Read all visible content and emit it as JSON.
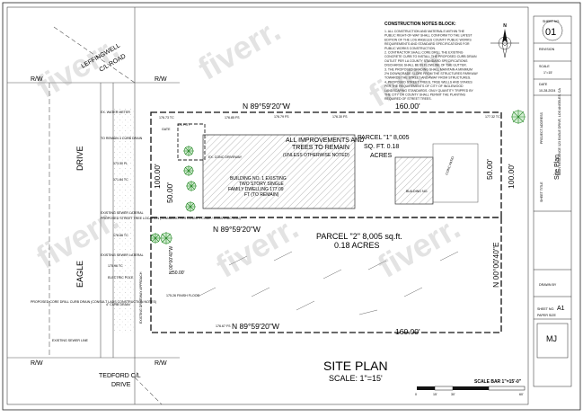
{
  "notes": {
    "title": "CONSTRUCTION NOTES BLOCK:",
    "items": [
      "1. ALL CONSTRUCTION AND MATERIALS WITHIN THE",
      "PUBLIC RIGHT-OF-WAY SHALL CONFORM TO THE LATEST",
      "EDITION OF THE LOS ANGELES COUNTY PUBLIC WORKS",
      "REQUIREMENTS AND STANDARD SPECIFICATIONS FOR",
      "PUBLIC WORKS CONSTRUCTION.",
      "2. CONTRACTOR SHALL CORE DRILL THE EXISTING",
      "CONCRETE CURB TO INSTALL THE PROPOSED CURB DRAIN",
      "OUTLET PER LA COUNTY STANDARD SPECIFICATIONS",
      "DISCHARGE SHALL BE IN FLOWLINE OF THE GUTTER.",
      "3. THE PROPOSED GRADING SHALL MAINTAIN A MINIMUM",
      "2% DOWNGRADE SLOPE FROM THE STRUCTURES PARKWAY",
      "TOWARDS THE STREET AND AWAY FROM STRUCTURES.",
      "4. PROPOSED STREET TREES, TREE WELLS AND STAKES",
      "PER THE REQUIREMENTS OF CITY OF INGLEWOOD",
      "LANDSCAPING STANDARDS. ONLY QUANTITY TRIPPED BY",
      "THE CITY OR COUNTY SHALL PERMIT THE PLANTING",
      "REQUIRED OF STREET TREES."
    ]
  },
  "streets": {
    "top_left": "LEFFINGWELL",
    "top_left_2": "C/L ROAD",
    "left_1": "DRIVE",
    "left_2": "EAGLE",
    "bottom_1": "TEDFORD C/L",
    "bottom_2": "DRIVE",
    "rw": "R/W"
  },
  "parcel1": {
    "name": "PARCEL \"1\" 8,005",
    "area": "SQ. FT. 0.18",
    "unit": "ACRES",
    "improvements": "ALL IMPROVEMENTS AND",
    "improvements_2": "TREES TO REMAIN",
    "improvements_3": "(UNLESS OTHERWISE NOTED)",
    "building_1": "BUILDING NO. 1 EXISTING",
    "building_2": "TWO STORY SINGLE",
    "building_3": "FAMILY DWELLING 177.09",
    "building_4": "FT (TO REMAIN)",
    "conc_patio": "CONC PATIO",
    "building_no2": "BUILDING NO."
  },
  "parcel2": {
    "name": "PARCEL \"2\" 8,005 sq.ft.",
    "area": "0.18 ACRES"
  },
  "bearings": {
    "top": "N 89°59'20\"W",
    "middle": "N 89°59'20\"W",
    "bottom": "N 89°59'20\"W",
    "right": "N 00°00'40\"E",
    "left": "N 00°00'40\"W"
  },
  "dimensions": {
    "top": "160.00'",
    "bottom": "160.00'",
    "right_upper": "50.00'",
    "right_upper_2": "100.00'",
    "left_upper": "100.00'",
    "left_mid": "50.00'",
    "left_lower": "50.00'"
  },
  "labels": {
    "existing_sewer": "EXISTING SEWER LATERAL",
    "proposed_sewer": "PROPOSED STREET TREE LOCATION (STANDARD PER COUNTY CODE / CONSTRUCTION)",
    "existing_sewer_2": "EXISTING SEWER LATERAL",
    "electric_pole": "ELECTRIC POLE",
    "curb_drain": "4\" CURB DRAIN",
    "proposed_core": "PROPOSED CORE DRILL CURB DRAIN (CONSULT LADS CONSTRUCTION NOTES)",
    "existing_sewer_line": "EXISTING SEWER LINE",
    "conc_driveway": "EX. CONC DRIVEWAY",
    "to_remain": "TO REMAIN 4 CURB DRAIN",
    "water_meter": "EX. WATER METER",
    "gate": "GATE",
    "ds_pot": "DS POT",
    "flr_finish": "175.26 FINISH FLOOR",
    "driveway": "EXISTING DRIVEWAY APPROACH"
  },
  "spot_elevations": [
    "173.30 FL",
    "171.84 TC",
    "178.66 TC",
    "176.73 TC",
    "177.32 TC",
    "176.85 FS",
    "176.79 FS",
    "176.30 FS",
    "175.96 TC",
    "176.67 FS"
  ],
  "title": {
    "main": "SITE PLAN",
    "scale": "SCALE: 1\"=15'",
    "bar_label": "SCALE BAR 1\"=15'-0\"",
    "bar_ticks": [
      "0",
      "15'",
      "30'",
      "60'"
    ]
  },
  "titleblock": {
    "sheet_label": "SHEET NO.",
    "sheet_no": "01",
    "revision": "REVISION",
    "scale": "SCALE",
    "scale_value": "1\"=15'",
    "date": "DATE",
    "date_value": "10-28-2024",
    "project": "PROJECT ADDRESS",
    "sheet_title": "SHEET TITLE",
    "sheet_title_value": "Site Plan",
    "drawn": "DRAWN BY",
    "drawn_value": "MJ",
    "sheet_no_label": "SHEET NO.",
    "sheet_no_value": "A1",
    "paper": "PAPER SIZE",
    "address": "MAIN RESIDENCE 123 EAGLE DRIVE, LOS ANGELES, CA"
  },
  "watermark": "fiverr."
}
